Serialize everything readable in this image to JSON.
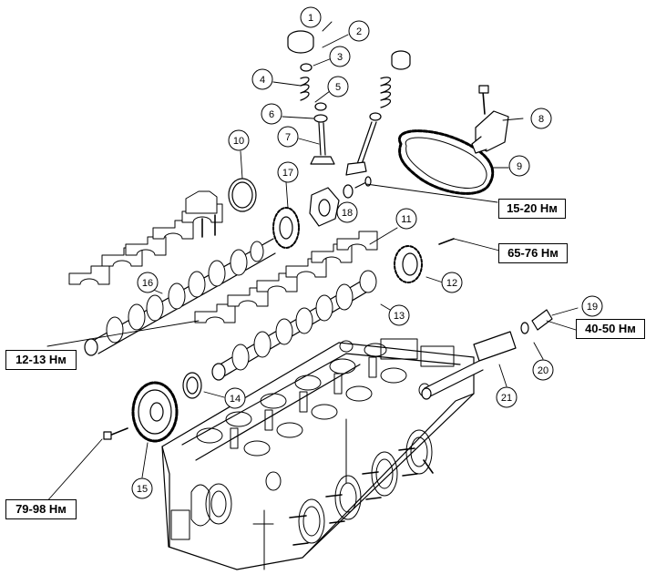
{
  "callouts": [
    {
      "label": "1"
    },
    {
      "label": "2"
    },
    {
      "label": "3"
    },
    {
      "label": "4"
    },
    {
      "label": "5"
    },
    {
      "label": "6"
    },
    {
      "label": "7"
    },
    {
      "label": "8"
    },
    {
      "label": "9"
    },
    {
      "label": "10"
    },
    {
      "label": "11"
    },
    {
      "label": "12"
    },
    {
      "label": "13"
    },
    {
      "label": "14"
    },
    {
      "label": "15"
    },
    {
      "label": "16"
    },
    {
      "label": "17"
    },
    {
      "label": "18"
    },
    {
      "label": "19"
    },
    {
      "label": "20"
    },
    {
      "label": "21"
    }
  ],
  "torques": [
    {
      "label": "15-20 Нм"
    },
    {
      "label": "65-76 Нм"
    },
    {
      "label": "40-50 Нм"
    },
    {
      "label": "12-13 Нм"
    },
    {
      "label": "79-98 Нм"
    }
  ]
}
